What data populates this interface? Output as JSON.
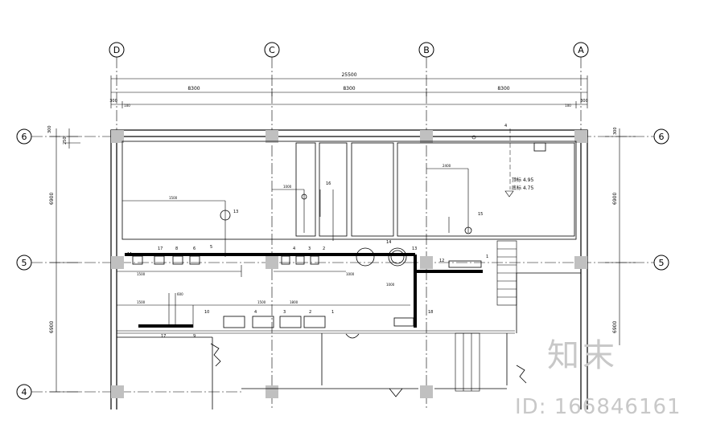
{
  "axes": {
    "columns": [
      "D",
      "C",
      "B",
      "A"
    ],
    "rows": [
      "6",
      "5",
      "4"
    ]
  },
  "dimensions": {
    "total": "25500",
    "bays": [
      "8300",
      "8300",
      "8300"
    ],
    "left_small": [
      "300",
      "100"
    ],
    "right_small": [
      "100",
      "300"
    ],
    "left_vertical": [
      "300",
      "250",
      "6900",
      "6900"
    ],
    "right_vertical": [
      "300",
      "6900",
      "6900"
    ]
  },
  "annotations": {
    "level_top": "顶标 4.95",
    "level_bottom": "底标 4.75",
    "marker_4": "4",
    "callouts": [
      "13",
      "16",
      "15",
      "17",
      "8",
      "6",
      "5",
      "4",
      "3",
      "2",
      "1",
      "14",
      "13",
      "10",
      "9",
      "18",
      "17",
      "4",
      "3",
      "2",
      "1",
      "11",
      "12"
    ],
    "small_dims": [
      "1500",
      "2400",
      "1000",
      "1500",
      "600",
      "1500",
      "1800",
      "1000",
      "1500",
      "1000"
    ]
  },
  "watermark": {
    "brand": "知末",
    "id_text": "ID: 166846161"
  }
}
